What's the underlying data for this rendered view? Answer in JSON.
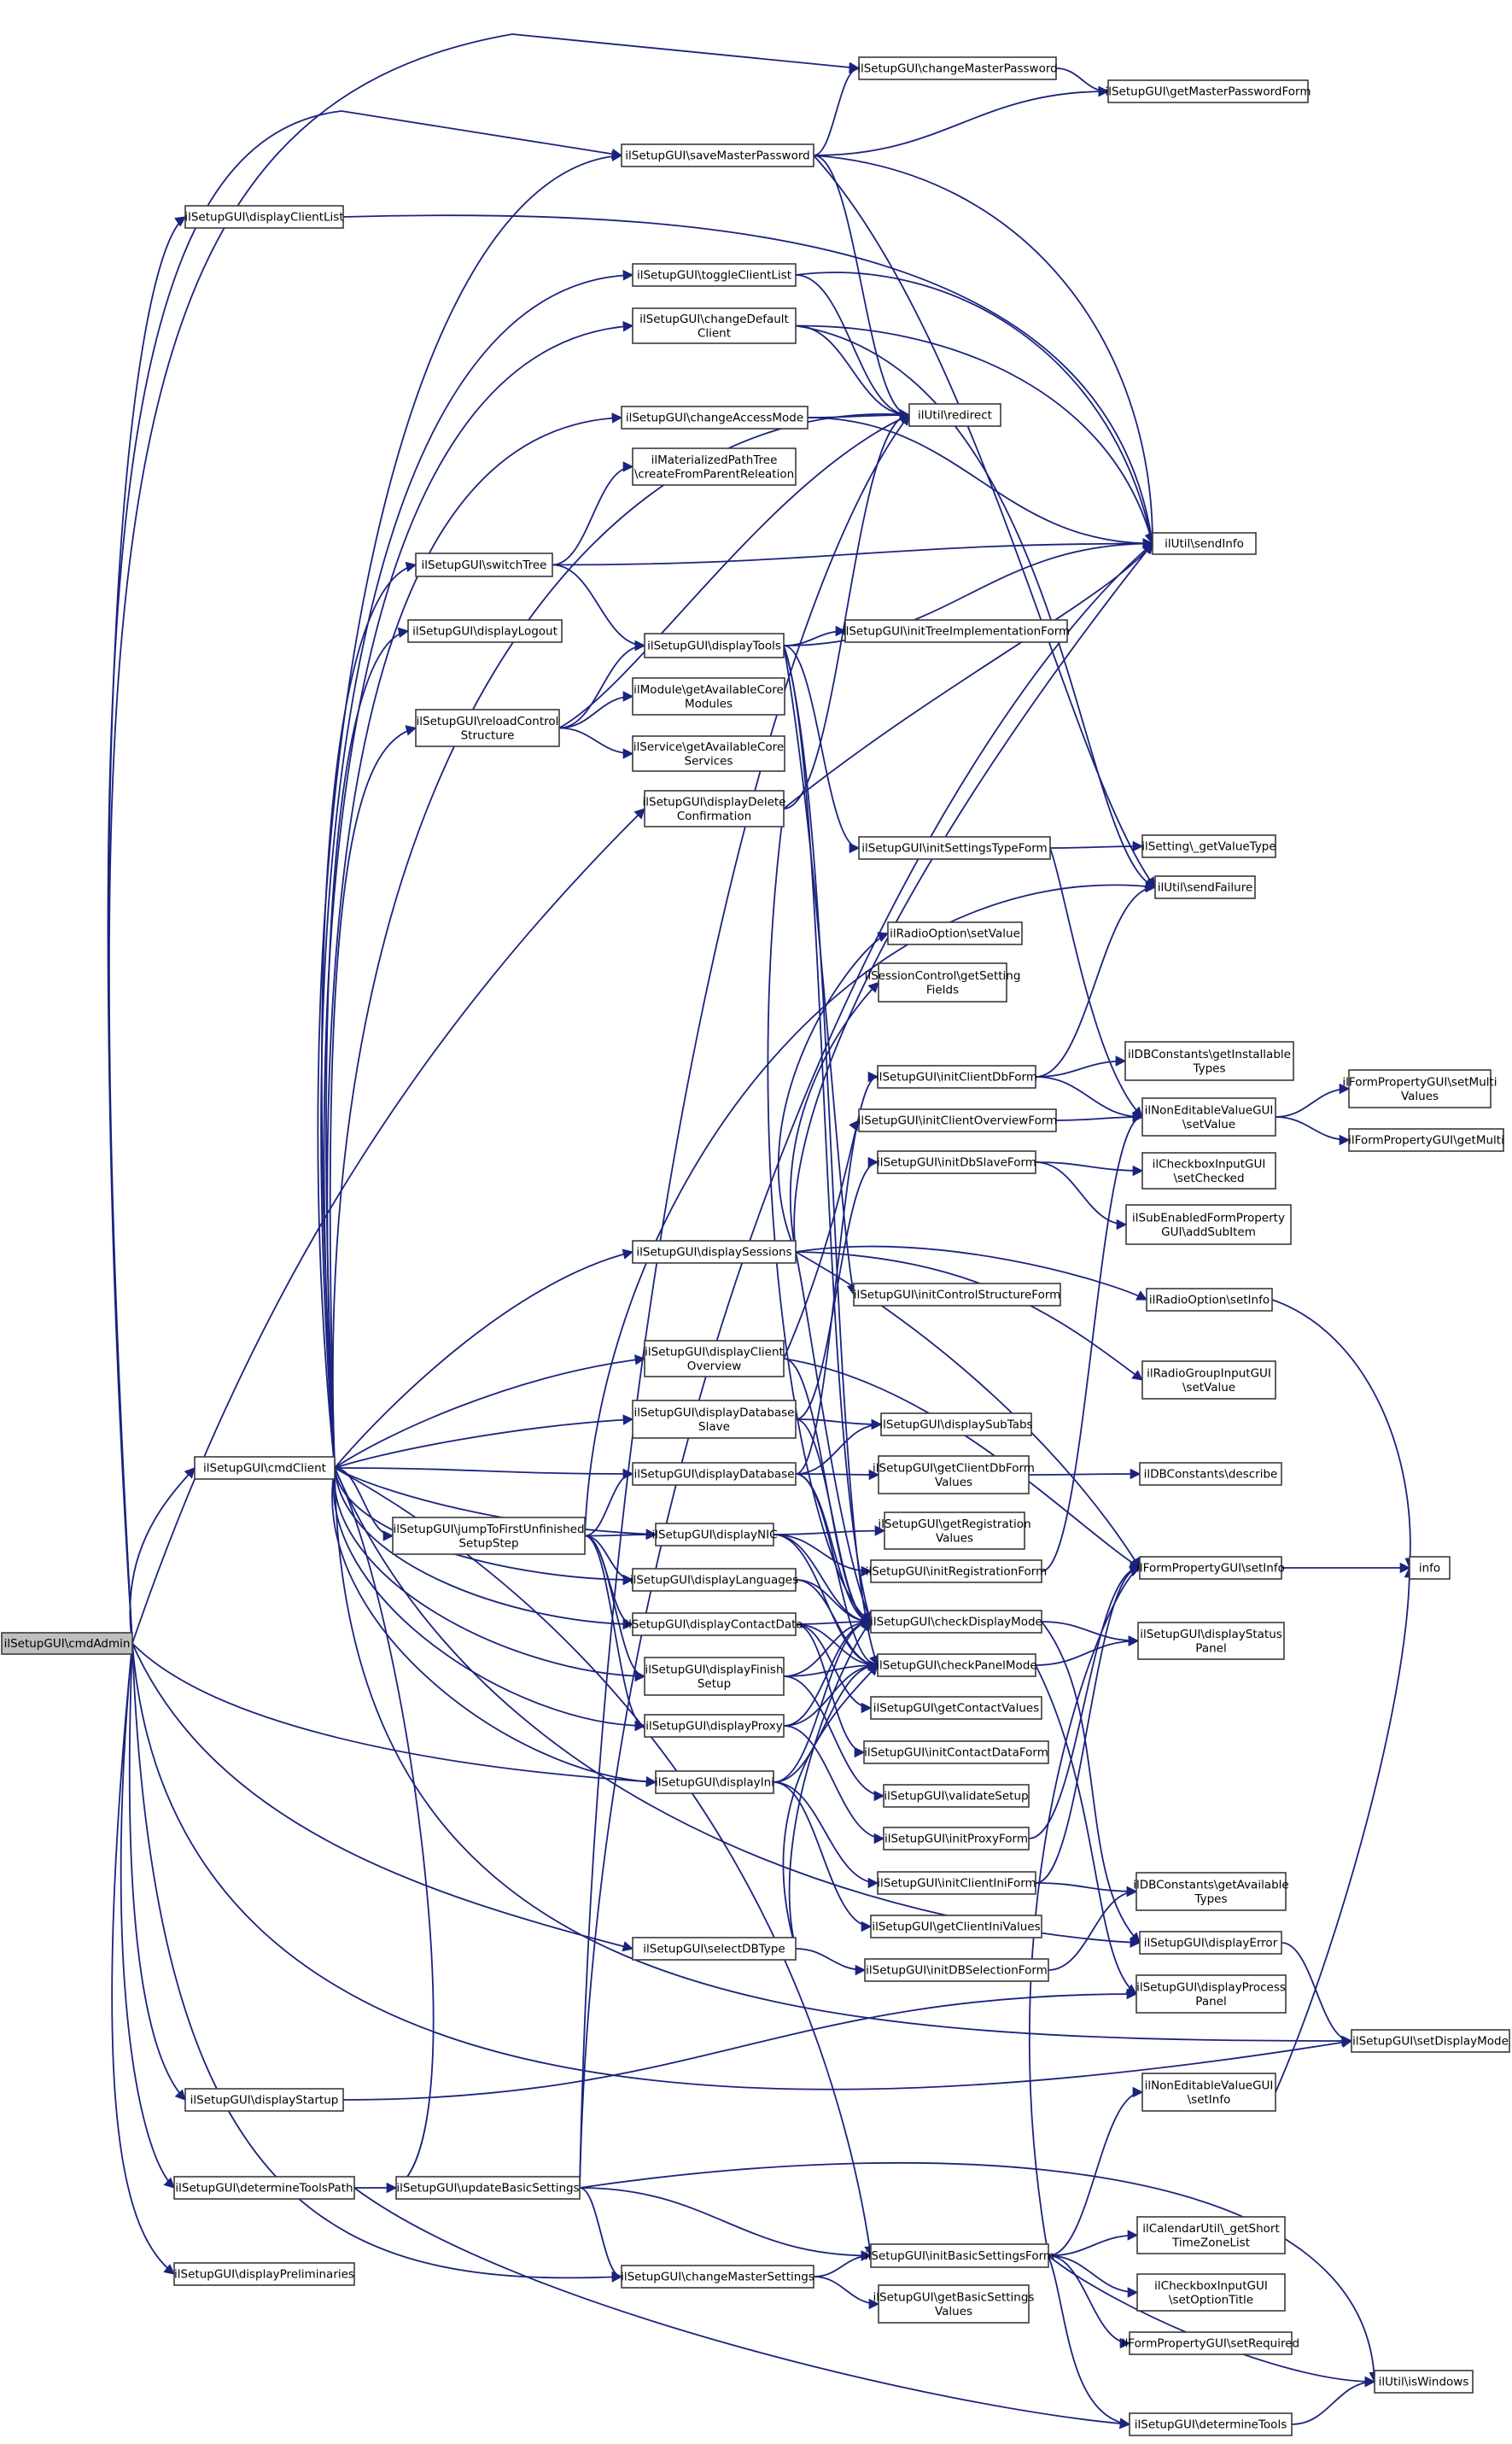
{
  "graph_title": "",
  "edge_color": "#1a237e",
  "root_fill": "#bfbfbf",
  "nodes": {
    "root": {
      "lines": [
        "ilSetupGUI\\cmdAdmin"
      ],
      "root": true
    },
    "changeMasterPassword": {
      "lines": [
        "ilSetupGUI\\changeMasterPassword"
      ]
    },
    "getMasterPasswordForm": {
      "lines": [
        "ilSetupGUI\\getMasterPasswordForm"
      ]
    },
    "saveMasterPassword": {
      "lines": [
        "ilSetupGUI\\saveMasterPassword"
      ]
    },
    "displayClientList": {
      "lines": [
        "ilSetupGUI\\displayClientList"
      ]
    },
    "toggleClientList": {
      "lines": [
        "ilSetupGUI\\toggleClientList"
      ]
    },
    "changeDefaultClient": {
      "lines": [
        "ilSetupGUI\\changeDefault",
        "Client"
      ]
    },
    "redirect": {
      "lines": [
        "ilUtil\\redirect"
      ]
    },
    "changeAccessMode": {
      "lines": [
        "ilSetupGUI\\changeAccessMode"
      ]
    },
    "createFromParent": {
      "lines": [
        "ilMaterializedPathTree",
        "\\createFromParentReleation"
      ]
    },
    "sendInfo": {
      "lines": [
        "ilUtil\\sendInfo"
      ]
    },
    "switchTree": {
      "lines": [
        "ilSetupGUI\\switchTree"
      ]
    },
    "displayLogout": {
      "lines": [
        "ilSetupGUI\\displayLogout"
      ]
    },
    "displayTools": {
      "lines": [
        "ilSetupGUI\\displayTools"
      ]
    },
    "initTreeImpl": {
      "lines": [
        "ilSetupGUI\\initTreeImplementationForm"
      ]
    },
    "reloadControl": {
      "lines": [
        "ilSetupGUI\\reloadControl",
        "Structure"
      ]
    },
    "getAvailableCoreModules": {
      "lines": [
        "ilModule\\getAvailableCore",
        "Modules"
      ]
    },
    "getAvailableCoreServices": {
      "lines": [
        "ilService\\getAvailableCore",
        "Services"
      ]
    },
    "displayDeleteConfirmation": {
      "lines": [
        "ilSetupGUI\\displayDelete",
        "Confirmation"
      ]
    },
    "initSettingsTypeForm": {
      "lines": [
        "ilSetupGUI\\initSettingsTypeForm"
      ]
    },
    "getValueType": {
      "lines": [
        "ilSetting\\_getValueType"
      ]
    },
    "sendFailure": {
      "lines": [
        "ilUtil\\sendFailure"
      ]
    },
    "radioSetValue": {
      "lines": [
        "ilRadioOption\\setValue"
      ]
    },
    "getSettingFields": {
      "lines": [
        "ilSessionControl\\getSetting",
        "Fields"
      ]
    },
    "getInstallableTypes": {
      "lines": [
        "ilDBConstants\\getInstallable",
        "Types"
      ]
    },
    "initClientDbForm": {
      "lines": [
        "ilSetupGUI\\initClientDbForm"
      ]
    },
    "setMultiValues": {
      "lines": [
        "ilFormPropertyGUI\\setMulti",
        "Values"
      ]
    },
    "nonEditSetValue": {
      "lines": [
        "ilNonEditableValueGUI",
        "\\setValue"
      ]
    },
    "initClientOverviewForm": {
      "lines": [
        "ilSetupGUI\\initClientOverviewForm"
      ]
    },
    "getMulti": {
      "lines": [
        "ilFormPropertyGUI\\getMulti"
      ]
    },
    "initDbSlaveForm": {
      "lines": [
        "ilSetupGUI\\initDbSlaveForm"
      ]
    },
    "checkboxSetChecked": {
      "lines": [
        "ilCheckboxInputGUI",
        "\\setChecked"
      ]
    },
    "addSubItem": {
      "lines": [
        "ilSubEnabledFormProperty",
        "GUI\\addSubItem"
      ]
    },
    "displaySessions": {
      "lines": [
        "ilSetupGUI\\displaySessions"
      ]
    },
    "radioSetInfo": {
      "lines": [
        "ilRadioOption\\setInfo"
      ]
    },
    "initControlStructureForm": {
      "lines": [
        "ilSetupGUI\\initControlStructureForm"
      ]
    },
    "displayClientOverview": {
      "lines": [
        "ilSetupGUI\\displayClient",
        "Overview"
      ]
    },
    "radioGroupSetValue": {
      "lines": [
        "ilRadioGroupInputGUI",
        "\\setValue"
      ]
    },
    "displayDatabaseSlave": {
      "lines": [
        "ilSetupGUI\\displayDatabase",
        "Slave"
      ]
    },
    "displaySubTabs": {
      "lines": [
        "ilSetupGUI\\displaySubTabs"
      ]
    },
    "cmdClient": {
      "lines": [
        "ilSetupGUI\\cmdClient"
      ]
    },
    "displayDatabase": {
      "lines": [
        "ilSetupGUI\\displayDatabase"
      ]
    },
    "getClientDbFormValues": {
      "lines": [
        "ilSetupGUI\\getClientDbForm",
        "Values"
      ]
    },
    "dbDescribe": {
      "lines": [
        "ilDBConstants\\describe"
      ]
    },
    "jumpToFirst": {
      "lines": [
        "ilSetupGUI\\jumpToFirstUnfinished",
        "SetupStep"
      ]
    },
    "displayNIC": {
      "lines": [
        "ilSetupGUI\\displayNIC"
      ]
    },
    "getRegistrationValues": {
      "lines": [
        "ilSetupGUI\\getRegistration",
        "Values"
      ]
    },
    "initRegistrationForm": {
      "lines": [
        "ilSetupGUI\\initRegistrationForm"
      ]
    },
    "formSetInfo": {
      "lines": [
        "ilFormPropertyGUI\\setInfo"
      ]
    },
    "info": {
      "lines": [
        "info"
      ]
    },
    "displayLanguages": {
      "lines": [
        "ilSetupGUI\\displayLanguages"
      ]
    },
    "checkDisplayMode": {
      "lines": [
        "ilSetupGUI\\checkDisplayMode"
      ]
    },
    "displayContactData": {
      "lines": [
        "ilSetupGUI\\displayContactData"
      ]
    },
    "displayStatusPanel": {
      "lines": [
        "ilSetupGUI\\displayStatus",
        "Panel"
      ]
    },
    "displayFinishSetup": {
      "lines": [
        "ilSetupGUI\\displayFinish",
        "Setup"
      ]
    },
    "checkPanelMode": {
      "lines": [
        "ilSetupGUI\\checkPanelMode"
      ]
    },
    "getContactValues": {
      "lines": [
        "ilSetupGUI\\getContactValues"
      ]
    },
    "displayProxy": {
      "lines": [
        "ilSetupGUI\\displayProxy"
      ]
    },
    "initContactDataForm": {
      "lines": [
        "ilSetupGUI\\initContactDataForm"
      ]
    },
    "displayIni": {
      "lines": [
        "ilSetupGUI\\displayIni"
      ]
    },
    "validateSetup": {
      "lines": [
        "ilSetupGUI\\validateSetup"
      ]
    },
    "initProxyForm": {
      "lines": [
        "ilSetupGUI\\initProxyForm"
      ]
    },
    "initClientIniForm": {
      "lines": [
        "ilSetupGUI\\initClientIniForm"
      ]
    },
    "getAvailableTypes": {
      "lines": [
        "ilDBConstants\\getAvailable",
        "Types"
      ]
    },
    "getClientIniValues": {
      "lines": [
        "ilSetupGUI\\getClientIniValues"
      ]
    },
    "selectDBType": {
      "lines": [
        "ilSetupGUI\\selectDBType"
      ]
    },
    "displayError": {
      "lines": [
        "ilSetupGUI\\displayError"
      ]
    },
    "initDBSelectionForm": {
      "lines": [
        "ilSetupGUI\\initDBSelectionForm"
      ]
    },
    "displayProcessPanel": {
      "lines": [
        "ilSetupGUI\\displayProcess",
        "Panel"
      ]
    },
    "setDisplayMode": {
      "lines": [
        "ilSetupGUI\\setDisplayMode"
      ]
    },
    "displayStartup": {
      "lines": [
        "ilSetupGUI\\displayStartup"
      ]
    },
    "nonEditSetInfo": {
      "lines": [
        "ilNonEditableValueGUI",
        "\\setInfo"
      ]
    },
    "determineToolsPath": {
      "lines": [
        "ilSetupGUI\\determineToolsPath"
      ]
    },
    "updateBasicSettings": {
      "lines": [
        "ilSetupGUI\\updateBasicSettings"
      ]
    },
    "getShortTimeZoneList": {
      "lines": [
        "ilCalendarUtil\\_getShort",
        "TimeZoneList"
      ]
    },
    "initBasicSettingsForm": {
      "lines": [
        "ilSetupGUI\\initBasicSettingsForm"
      ]
    },
    "displayPreliminaries": {
      "lines": [
        "ilSetupGUI\\displayPreliminaries"
      ]
    },
    "changeMasterSettings": {
      "lines": [
        "ilSetupGUI\\changeMasterSettings"
      ]
    },
    "checkboxSetOptionTitle": {
      "lines": [
        "ilCheckboxInputGUI",
        "\\setOptionTitle"
      ]
    },
    "getBasicSettingsValues": {
      "lines": [
        "ilSetupGUI\\getBasicSettings",
        "Values"
      ]
    },
    "setRequired": {
      "lines": [
        "ilFormPropertyGUI\\setRequired"
      ]
    },
    "isWindows": {
      "lines": [
        "ilUtil\\isWindows"
      ]
    },
    "determineTools": {
      "lines": [
        "ilSetupGUI\\determineTools"
      ]
    }
  }
}
